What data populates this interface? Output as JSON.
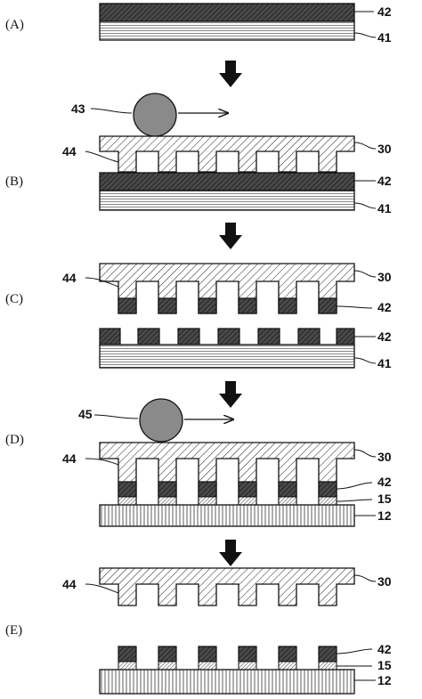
{
  "panels": {
    "A": "(A)",
    "B": "(B)",
    "C": "(C)",
    "D": "(D)",
    "E": "(E)"
  },
  "labels": {
    "a_42": "42",
    "a_41": "41",
    "b_43": "43",
    "b_44": "44",
    "b_30": "30",
    "b_42": "42",
    "b_41": "41",
    "c_44": "44",
    "c_30": "30",
    "c_42_stamp": "42",
    "c_42_sub": "42",
    "c_41": "41",
    "d_45": "45",
    "d_44": "44",
    "d_30": "30",
    "d_42": "42",
    "d_15": "15",
    "d_12": "12",
    "e_44": "44",
    "e_30": "30",
    "e_42": "42",
    "e_15": "15",
    "e_12": "12"
  },
  "colors": {
    "ink": "#111111",
    "dark_layer": "#4a4a4a",
    "roller": "#8a8a8a",
    "white": "#ffffff"
  }
}
